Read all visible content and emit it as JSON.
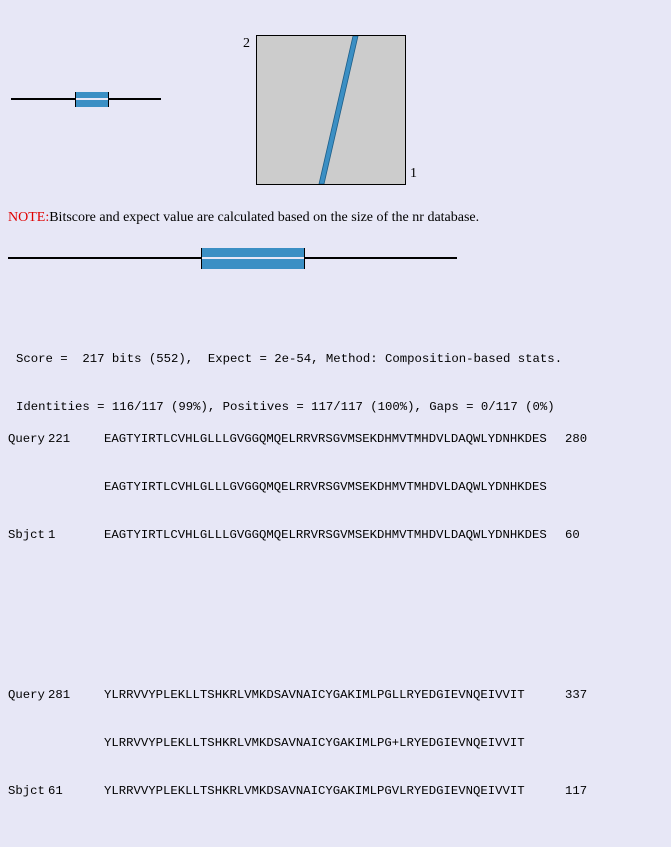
{
  "dot_plot": {
    "y_axis_label": "2",
    "x_axis_label": "1",
    "colors": {
      "background": "#cccccc",
      "match": "#3b8fc4"
    }
  },
  "note": {
    "prefix": "NOTE:",
    "text": "Bitscore and expect value are calculated based on the size of the nr database."
  },
  "stats": {
    "line1": "Score =  217 bits (552),  Expect = 2e-54, Method: Composition-based stats.",
    "line2": "Identities = 116/117 (99%), Positives = 117/117 (100%), Gaps = 0/117 (0%)"
  },
  "alignment": {
    "blocks": [
      {
        "query_label": "Query",
        "query_start": "221",
        "query_seq": "EAGTYIRTLCVHLGLLLGVGGQMQELRRVRSGVMSEKDHMVTMHDVLDAQWLYDNHKDES",
        "query_end": "280",
        "midline": "EAGTYIRTLCVHLGLLLGVGGQMQELRRVRSGVMSEKDHMVTMHDVLDAQWLYDNHKDES",
        "sbjct_label": "Sbjct",
        "sbjct_start": "1",
        "sbjct_seq": "EAGTYIRTLCVHLGLLLGVGGQMQELRRVRSGVMSEKDHMVTMHDVLDAQWLYDNHKDES",
        "sbjct_end": "60"
      },
      {
        "query_label": "Query",
        "query_start": "281",
        "query_seq": "YLRRVVYPLEKLLTSHKRLVMKDSAVNAICYGAKIMLPGLLRYEDGIEVNQEIVVIT",
        "query_end": "337",
        "midline": "YLRRVVYPLEKLLTSHKRLVMKDSAVNAICYGAKIMLPG+LRYEDGIEVNQEIVVIT",
        "sbjct_label": "Sbjct",
        "sbjct_start": "61",
        "sbjct_seq": "YLRRVVYPLEKLLTSHKRLVMKDSAVNAICYGAKIMLPGVLRYEDGIEVNQEIVVIT",
        "sbjct_end": "117"
      }
    ]
  }
}
